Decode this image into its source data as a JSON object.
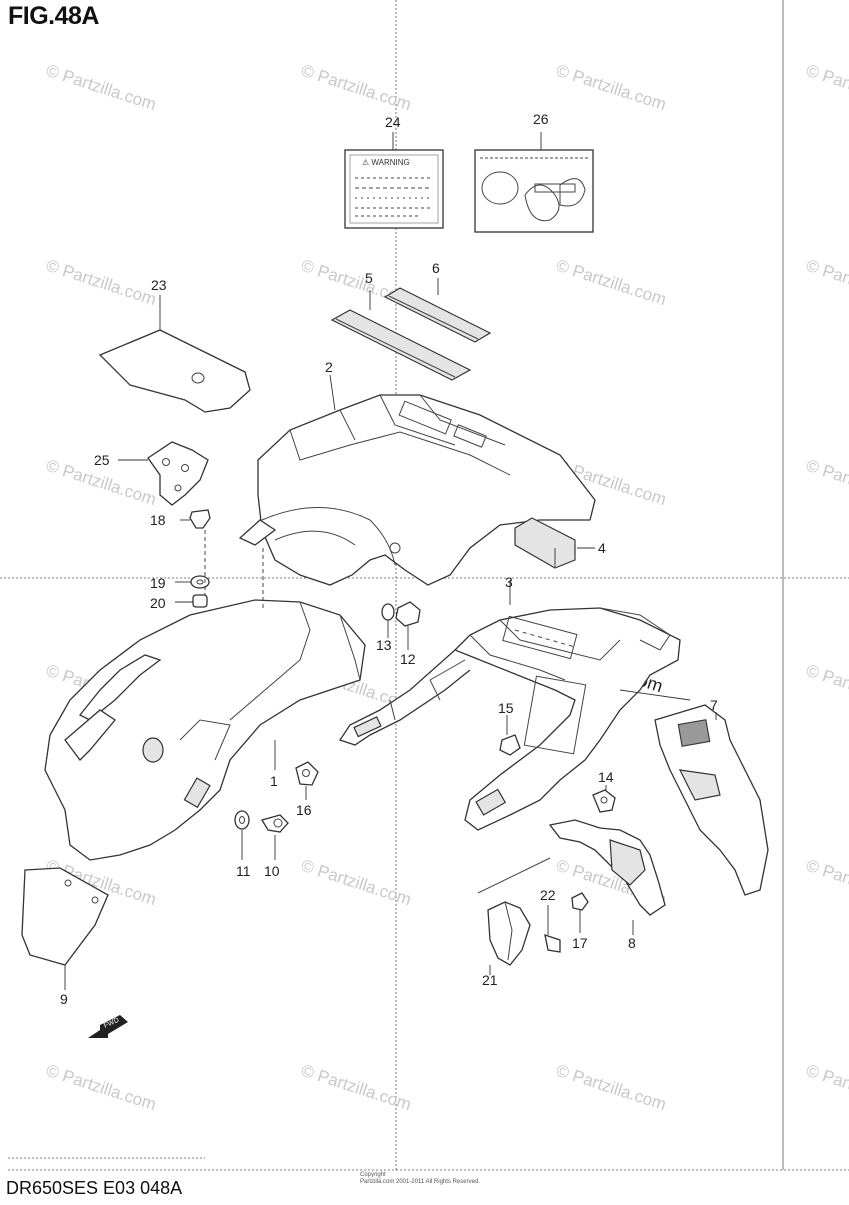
{
  "figure_label": "FIG.48A",
  "footer_code": "DR650SES E03  048A",
  "copyright_lines": [
    "Copyright",
    "Partzilla.com 2001-2011 All Rights Reserved."
  ],
  "watermark_text": "© Partzilla.com",
  "warning_label_heading": "⚠ WARNING",
  "front_arrow_label": "FWD",
  "callouts": {
    "n1": "1",
    "n2": "2",
    "n3": "3",
    "n4": "4",
    "n5": "5",
    "n6": "6",
    "n7": "7",
    "n8": "8",
    "n9": "9",
    "n10": "10",
    "n11": "11",
    "n12": "12",
    "n13": "13",
    "n14": "14",
    "n15": "15",
    "n16": "16",
    "n17": "17",
    "n18": "18",
    "n19": "19",
    "n20": "20",
    "n21": "21",
    "n22": "22",
    "n23": "23",
    "n24": "24",
    "n25": "25",
    "n26": "26"
  }
}
